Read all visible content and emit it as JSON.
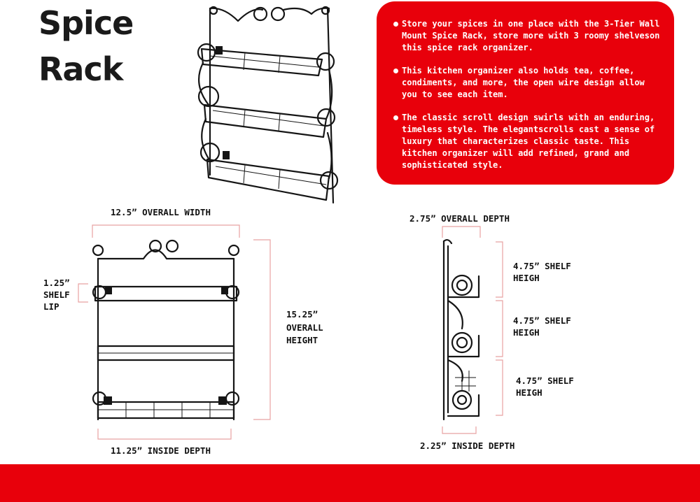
{
  "title": {
    "line1": "Spice",
    "line2": "Rack"
  },
  "features": [
    "Store your spices in one place with the 3-Tier Wall Mount Spice Rack, store more with 3 roomy shelveson this spice rack organizer.",
    "This kitchen organizer also holds tea, coffee, condiments, and more, the open wire design allow you to see each item.",
    "The classic scroll design swirls with an enduring, timeless style. The elegantscrolls cast a sense of luxury that characterizes classic taste. This kitchen organizer will add refined, grand and sophisticated style."
  ],
  "front": {
    "width_label": "12.5” OVERALL WIDTH",
    "lip_value": "1.25”",
    "lip_word1": "SHELF",
    "lip_word2": "LIP",
    "height_value": "15.25”",
    "height_word1": "OVERALL",
    "height_word2": "HEIGHT",
    "inside_label": "11.25” INSIDE DEPTH"
  },
  "side": {
    "depth_label": "2.75” OVERALL DEPTH",
    "shelf_value": "4.75” SHELF",
    "shelf_word": "HEIGH",
    "inside_label": "2.25”  INSIDE DEPTH"
  },
  "colors": {
    "accent": "#e8000b",
    "dimension_line": "#e8a2a2",
    "rack": "#151515"
  }
}
